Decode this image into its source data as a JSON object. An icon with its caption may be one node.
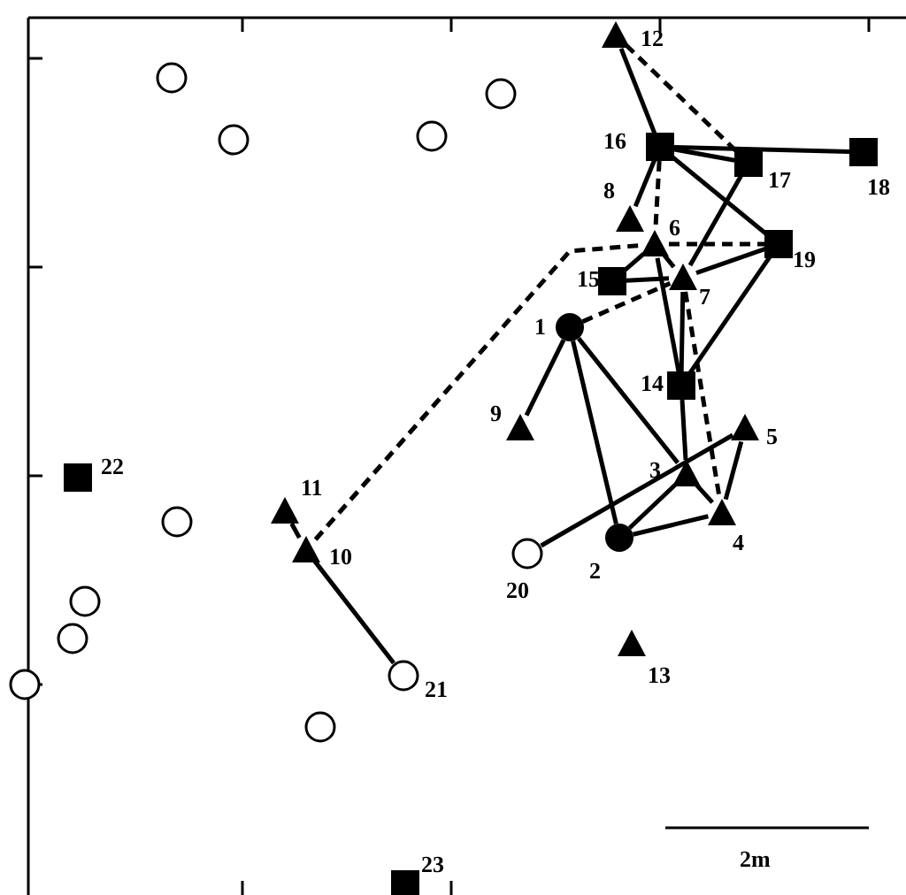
{
  "diagram": {
    "nodes": [
      {
        "text": [],
        "shape": "dot",
        "beside": [
          "1"
        ]
      },
      {
        "text": [],
        "shape": "dot",
        "beside": [
          "2"
        ]
      },
      {
        "text": [],
        "shape": "triangle",
        "beside": [
          "3"
        ]
      },
      {
        "text": [],
        "shape": "triangle",
        "beside": [
          "4"
        ]
      },
      {
        "text": [],
        "shape": "triangle",
        "beside": [
          "5"
        ]
      },
      {
        "text": [],
        "shape": "triangle",
        "beside": [
          "6"
        ]
      },
      {
        "text": [],
        "shape": "triangle",
        "beside": [
          "7"
        ]
      },
      {
        "text": [],
        "shape": "triangle",
        "beside": [
          "8"
        ]
      },
      {
        "text": [],
        "shape": "triangle",
        "beside": [
          "9"
        ]
      },
      {
        "text": [],
        "shape": "triangle",
        "beside": [
          "10"
        ]
      },
      {
        "text": [],
        "shape": "triangle",
        "beside": [
          "11"
        ]
      },
      {
        "text": [],
        "shape": "triangle",
        "beside": [
          "12"
        ]
      },
      {
        "text": [],
        "shape": "triangle",
        "beside": [
          "13"
        ]
      },
      {
        "text": [],
        "shape": "square",
        "beside": [
          "14"
        ]
      },
      {
        "text": [],
        "shape": "square",
        "beside": [
          "15"
        ]
      },
      {
        "text": [],
        "shape": "square",
        "beside": [
          "16"
        ]
      },
      {
        "text": [],
        "shape": "square",
        "beside": [
          "17"
        ]
      },
      {
        "text": [],
        "shape": "square",
        "beside": [
          "18"
        ]
      },
      {
        "text": [],
        "shape": "square",
        "beside": [
          "19"
        ]
      },
      {
        "text": [],
        "shape": "circle",
        "beside": [
          "20"
        ]
      },
      {
        "text": [],
        "shape": "circle",
        "beside": [
          "21"
        ]
      },
      {
        "text": [],
        "shape": "square",
        "beside": [
          "22"
        ]
      },
      {
        "text": [],
        "shape": "square",
        "beside": [
          "23"
        ]
      },
      {
        "text": [],
        "shape": "circle"
      },
      {
        "text": [],
        "shape": "circle"
      },
      {
        "text": [],
        "shape": "circle"
      },
      {
        "text": [],
        "shape": "circle"
      },
      {
        "text": [],
        "shape": "circle"
      },
      {
        "text": [],
        "shape": "circle"
      },
      {
        "text": [],
        "shape": "circle"
      },
      {
        "text": [],
        "shape": "circle"
      },
      {
        "text": [],
        "shape": "circle"
      }
    ],
    "edges": [
      {
        "from": 11,
        "to": 15,
        "arrow": "none"
      },
      {
        "from": 11,
        "to": 16,
        "arrow": "none",
        "style": "dashed"
      },
      {
        "from": 15,
        "to": 16,
        "arrow": "none"
      },
      {
        "from": 15,
        "to": 17,
        "arrow": "none"
      },
      {
        "from": 15,
        "to": 7,
        "arrow": "none"
      },
      {
        "from": 15,
        "to": 5,
        "arrow": "none",
        "style": "dashed"
      },
      {
        "from": 15,
        "to": 18,
        "arrow": "none"
      },
      {
        "from": 16,
        "to": 6,
        "arrow": "none"
      },
      {
        "from": 9,
        "to": 5,
        "arrow": "none",
        "style": "dashed"
      },
      {
        "from": 5,
        "to": 18,
        "arrow": "none",
        "style": "dashed"
      },
      {
        "from": 14,
        "to": 6,
        "arrow": "none"
      },
      {
        "from": 5,
        "to": 14,
        "arrow": "none"
      },
      {
        "from": 5,
        "to": 6,
        "arrow": "none"
      },
      {
        "from": 5,
        "to": 13,
        "arrow": "none"
      },
      {
        "from": 6,
        "to": 18,
        "arrow": "none"
      },
      {
        "from": 6,
        "to": 13,
        "arrow": "none"
      },
      {
        "from": 6,
        "to": 3,
        "arrow": "none",
        "style": "dashed"
      },
      {
        "from": 18,
        "to": 13,
        "arrow": "none"
      },
      {
        "from": 0,
        "to": 6,
        "arrow": "none",
        "style": "dashed"
      },
      {
        "from": 0,
        "to": 8,
        "arrow": "none"
      },
      {
        "from": 0,
        "to": 1,
        "arrow": "none"
      },
      {
        "from": 0,
        "to": 2,
        "arrow": "none"
      },
      {
        "from": 13,
        "to": 2,
        "arrow": "none"
      },
      {
        "from": 1,
        "to": 2,
        "arrow": "none"
      },
      {
        "from": 2,
        "to": 3,
        "arrow": "none"
      },
      {
        "from": 1,
        "to": 3,
        "arrow": "none"
      },
      {
        "from": 19,
        "to": 4,
        "arrow": "none"
      },
      {
        "from": 3,
        "to": 4,
        "arrow": "none"
      },
      {
        "from": 9,
        "to": 10,
        "arrow": "none"
      },
      {
        "from": 9,
        "to": 20,
        "arrow": "none"
      }
    ],
    "labels": [
      "2m"
    ]
  }
}
